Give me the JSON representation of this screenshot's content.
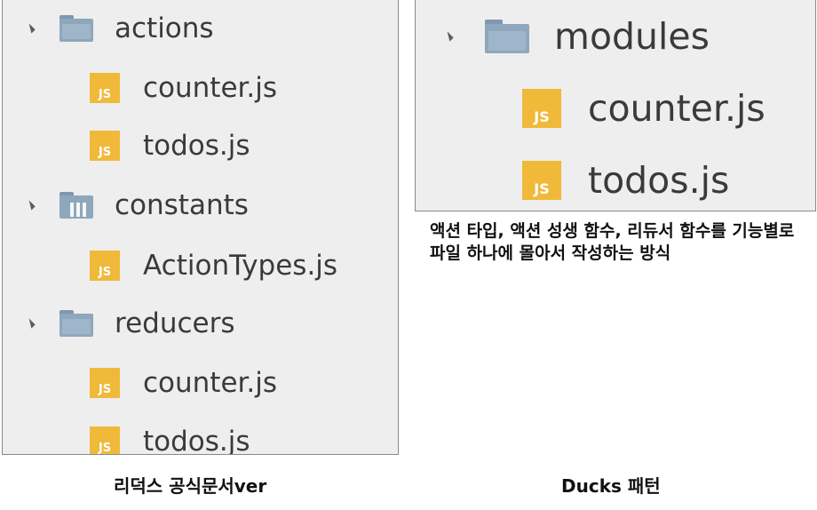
{
  "left_tree": {
    "items": [
      {
        "type": "folder",
        "label": "actions"
      },
      {
        "type": "file",
        "icon_text": "JS",
        "label": "counter.js"
      },
      {
        "type": "file",
        "icon_text": "JS",
        "label": "todos.js"
      },
      {
        "type": "folder-constants",
        "label": "constants"
      },
      {
        "type": "file",
        "icon_text": "JS",
        "label": "ActionTypes.js"
      },
      {
        "type": "folder",
        "label": "reducers"
      },
      {
        "type": "file",
        "icon_text": "JS",
        "label": "counter.js"
      },
      {
        "type": "file",
        "icon_text": "JS",
        "label": "todos.js"
      }
    ]
  },
  "right_tree": {
    "items": [
      {
        "type": "folder",
        "label": "modules"
      },
      {
        "type": "file",
        "icon_text": "JS",
        "label": "counter.js"
      },
      {
        "type": "file",
        "icon_text": "JS",
        "label": "todos.js"
      }
    ]
  },
  "description": "액션 타입, 액션 성생 함수, 리듀서 함수를 기능별로 파일 하나에 몰아서 작성하는 방식",
  "captions": {
    "left": "리덕스 공식문서ver",
    "right": "Ducks 패턴"
  },
  "colors": {
    "panel_bg": "#eeeeee",
    "js_icon": "#f0b93a",
    "folder": "#8fa7bd",
    "arrow": "#5c5c5c"
  }
}
